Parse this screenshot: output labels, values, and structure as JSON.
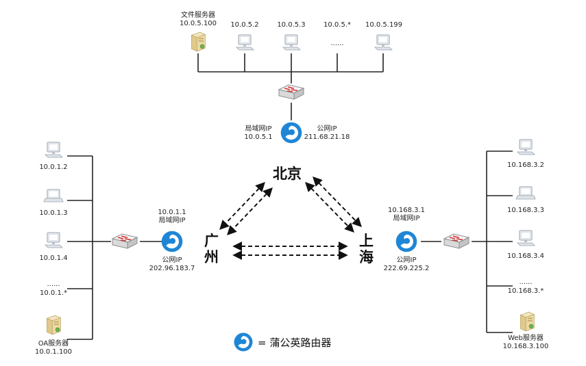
{
  "top": {
    "devices": [
      {
        "label": "文件服务器\n10.0.5.100",
        "icon": "server-icon"
      },
      {
        "label": "10.0.5.2",
        "icon": "computer-icon"
      },
      {
        "label": "10.0.5.3",
        "icon": "computer-icon"
      },
      {
        "label": "10.0.5.*",
        "icon": "ellipsis"
      },
      {
        "label": "10.0.5.199",
        "icon": "computer-icon"
      }
    ],
    "lan_label": "局域网IP\n10.0.5.1",
    "wan_label": "公网IP\n211.68.21.18"
  },
  "left": {
    "devices": [
      {
        "label": "10.0.1.2",
        "icon": "computer-icon"
      },
      {
        "label": "10.0.1.3",
        "icon": "laptop-icon"
      },
      {
        "label": "10.0.1.4",
        "icon": "computer-icon"
      },
      {
        "label": "10.0.1.*",
        "icon": "ellipsis"
      },
      {
        "label": "OA服务器\n10.0.1.100",
        "icon": "server-icon"
      }
    ],
    "lan_label": "10.0.1.1\n局域网IP",
    "wan_label": "公网IP\n202.96.183.7"
  },
  "right": {
    "devices": [
      {
        "label": "10.168.3.2",
        "icon": "computer-icon"
      },
      {
        "label": "10.168.3.3",
        "icon": "laptop-icon"
      },
      {
        "label": "10.168.3.4",
        "icon": "computer-icon"
      },
      {
        "label": "10.168.3.*",
        "icon": "ellipsis"
      },
      {
        "label": "Web服务器\n10.168.3.100",
        "icon": "server-icon"
      }
    ],
    "lan_label": "10.168.3.1\n局域网IP",
    "wan_label": "公网IP\n222.69.225.2"
  },
  "cities": {
    "beijing": "北京",
    "guangzhou": "广\n州",
    "shanghai": "上\n海"
  },
  "ellipsis_text": "......",
  "legend": {
    "text": "= 蒲公英路由器"
  },
  "colors": {
    "router": "#1f86d6",
    "line": "#222222"
  }
}
